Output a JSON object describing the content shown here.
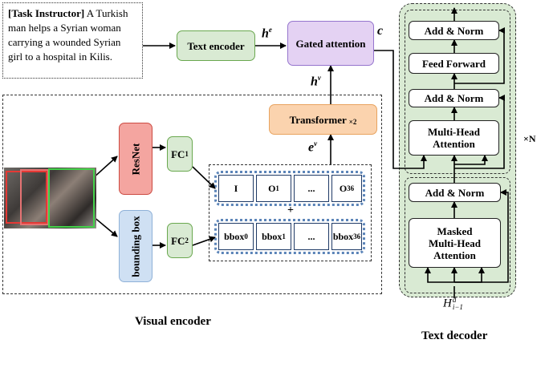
{
  "task": {
    "tag": "[Task Instructor]",
    "text": "A Turkish man helps a Syrian woman carrying a wounded Syrian girl to a hospital in Kilis."
  },
  "text_encoder": "Text encoder",
  "gated_attention": "Gated attention",
  "transformer": {
    "label": "Transformer",
    "mult": "×2"
  },
  "resnet": "ResNet",
  "bounding_box": "bounding box",
  "fc1": {
    "base": "FC",
    "sub": "1"
  },
  "fc2": {
    "base": "FC",
    "sub": "2"
  },
  "row1_tokens": [
    {
      "base": "I",
      "sub": ""
    },
    {
      "base": "O",
      "sub": "1"
    },
    {
      "base": "...",
      "sub": ""
    },
    {
      "base": "O",
      "sub": "36"
    }
  ],
  "row2_tokens": [
    {
      "base": "bbox",
      "sub": "0"
    },
    {
      "base": "bbox",
      "sub": "1"
    },
    {
      "base": "...",
      "sub": ""
    },
    {
      "base": "bbox",
      "sub": "36"
    }
  ],
  "plus": "+",
  "symbols": {
    "he": {
      "base": "h",
      "sup": "e"
    },
    "hv": {
      "base": "h",
      "sup": "v"
    },
    "ev": {
      "base": "e",
      "sup": "v"
    },
    "c": "c",
    "Hd": {
      "base": "H",
      "sup": "d",
      "sub": "i−1"
    },
    "xN": "×N"
  },
  "decoder": {
    "blocks": [
      "Add & Norm",
      "Feed Forward",
      "Add & Norm",
      "Multi-Head Attention",
      "Add & Norm",
      "Masked Multi-Head Attention"
    ]
  },
  "captions": {
    "visual": "Visual encoder",
    "text": "Text decoder"
  },
  "colors": {
    "green": "#d9ead3",
    "purple": "#e4d2f3",
    "orange": "#fbd3ae",
    "red": "#f4a5a0",
    "blue": "#cfe0f3",
    "decoder_bg": "#d9ead3"
  }
}
